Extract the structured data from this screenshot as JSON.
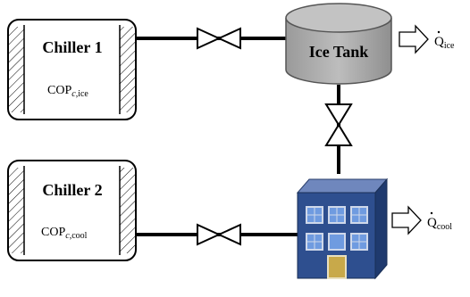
{
  "chiller_1": {
    "title": "Chiller 1",
    "cop_label": {
      "base": "COP",
      "sub_italic": "c",
      "sub_rest": ",ice"
    }
  },
  "chiller_2": {
    "title": "Chiller 2",
    "cop_label": {
      "base": "COP",
      "sub_italic": "c",
      "sub_rest": ",cool"
    }
  },
  "ice_tank": {
    "title": "Ice Tank",
    "output": {
      "symbol": "Q",
      "subscript": "ice"
    }
  },
  "building": {
    "output": {
      "symbol": "Q",
      "subscript": "cool"
    }
  },
  "colors": {
    "tank_top": "#b9b9b9",
    "tank_body": "#a6a6a6",
    "building_front": "#2e4f8f",
    "building_side": "#1f3a6e",
    "building_roof": "#6f87bd",
    "window_fill": "#6f9be0",
    "door_fill": "#c8a94a",
    "pipe": "#000000"
  }
}
